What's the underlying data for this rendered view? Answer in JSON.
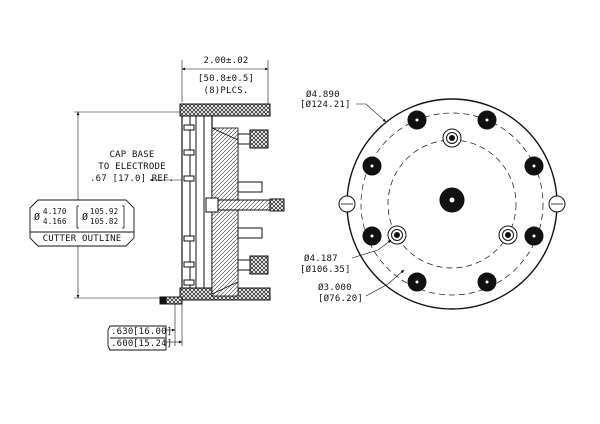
{
  "drawing": {
    "dim_thickness": {
      "tol": "2.00±.02",
      "metric": "[50.8±0.5]",
      "note": "(8)PLCS."
    },
    "cap_base": {
      "line1": "CAP BASE",
      "line2": "TO ELECTRODE",
      "line3": ".67 [17.0] REF."
    },
    "cutter": {
      "prefix": "Ø",
      "in_max": "4.170",
      "in_min": "4.166",
      "mm_prefix": "Ø",
      "mm_max": "105.92",
      "mm_min": "105.82",
      "label": "CUTTER OUTLINE"
    },
    "flange": {
      "in1": ".630",
      "mm1": "[16.00]",
      "in2": ".600",
      "mm2": "[15.24]"
    },
    "outer_dia": {
      "in": "Ø4.890",
      "mm": "[Ø124.21]"
    },
    "bolt_dia": {
      "in": "Ø4.187",
      "mm": "[Ø106.35]"
    },
    "inner_dia": {
      "in": "Ø3.000",
      "mm": "[Ø76.20]"
    }
  }
}
